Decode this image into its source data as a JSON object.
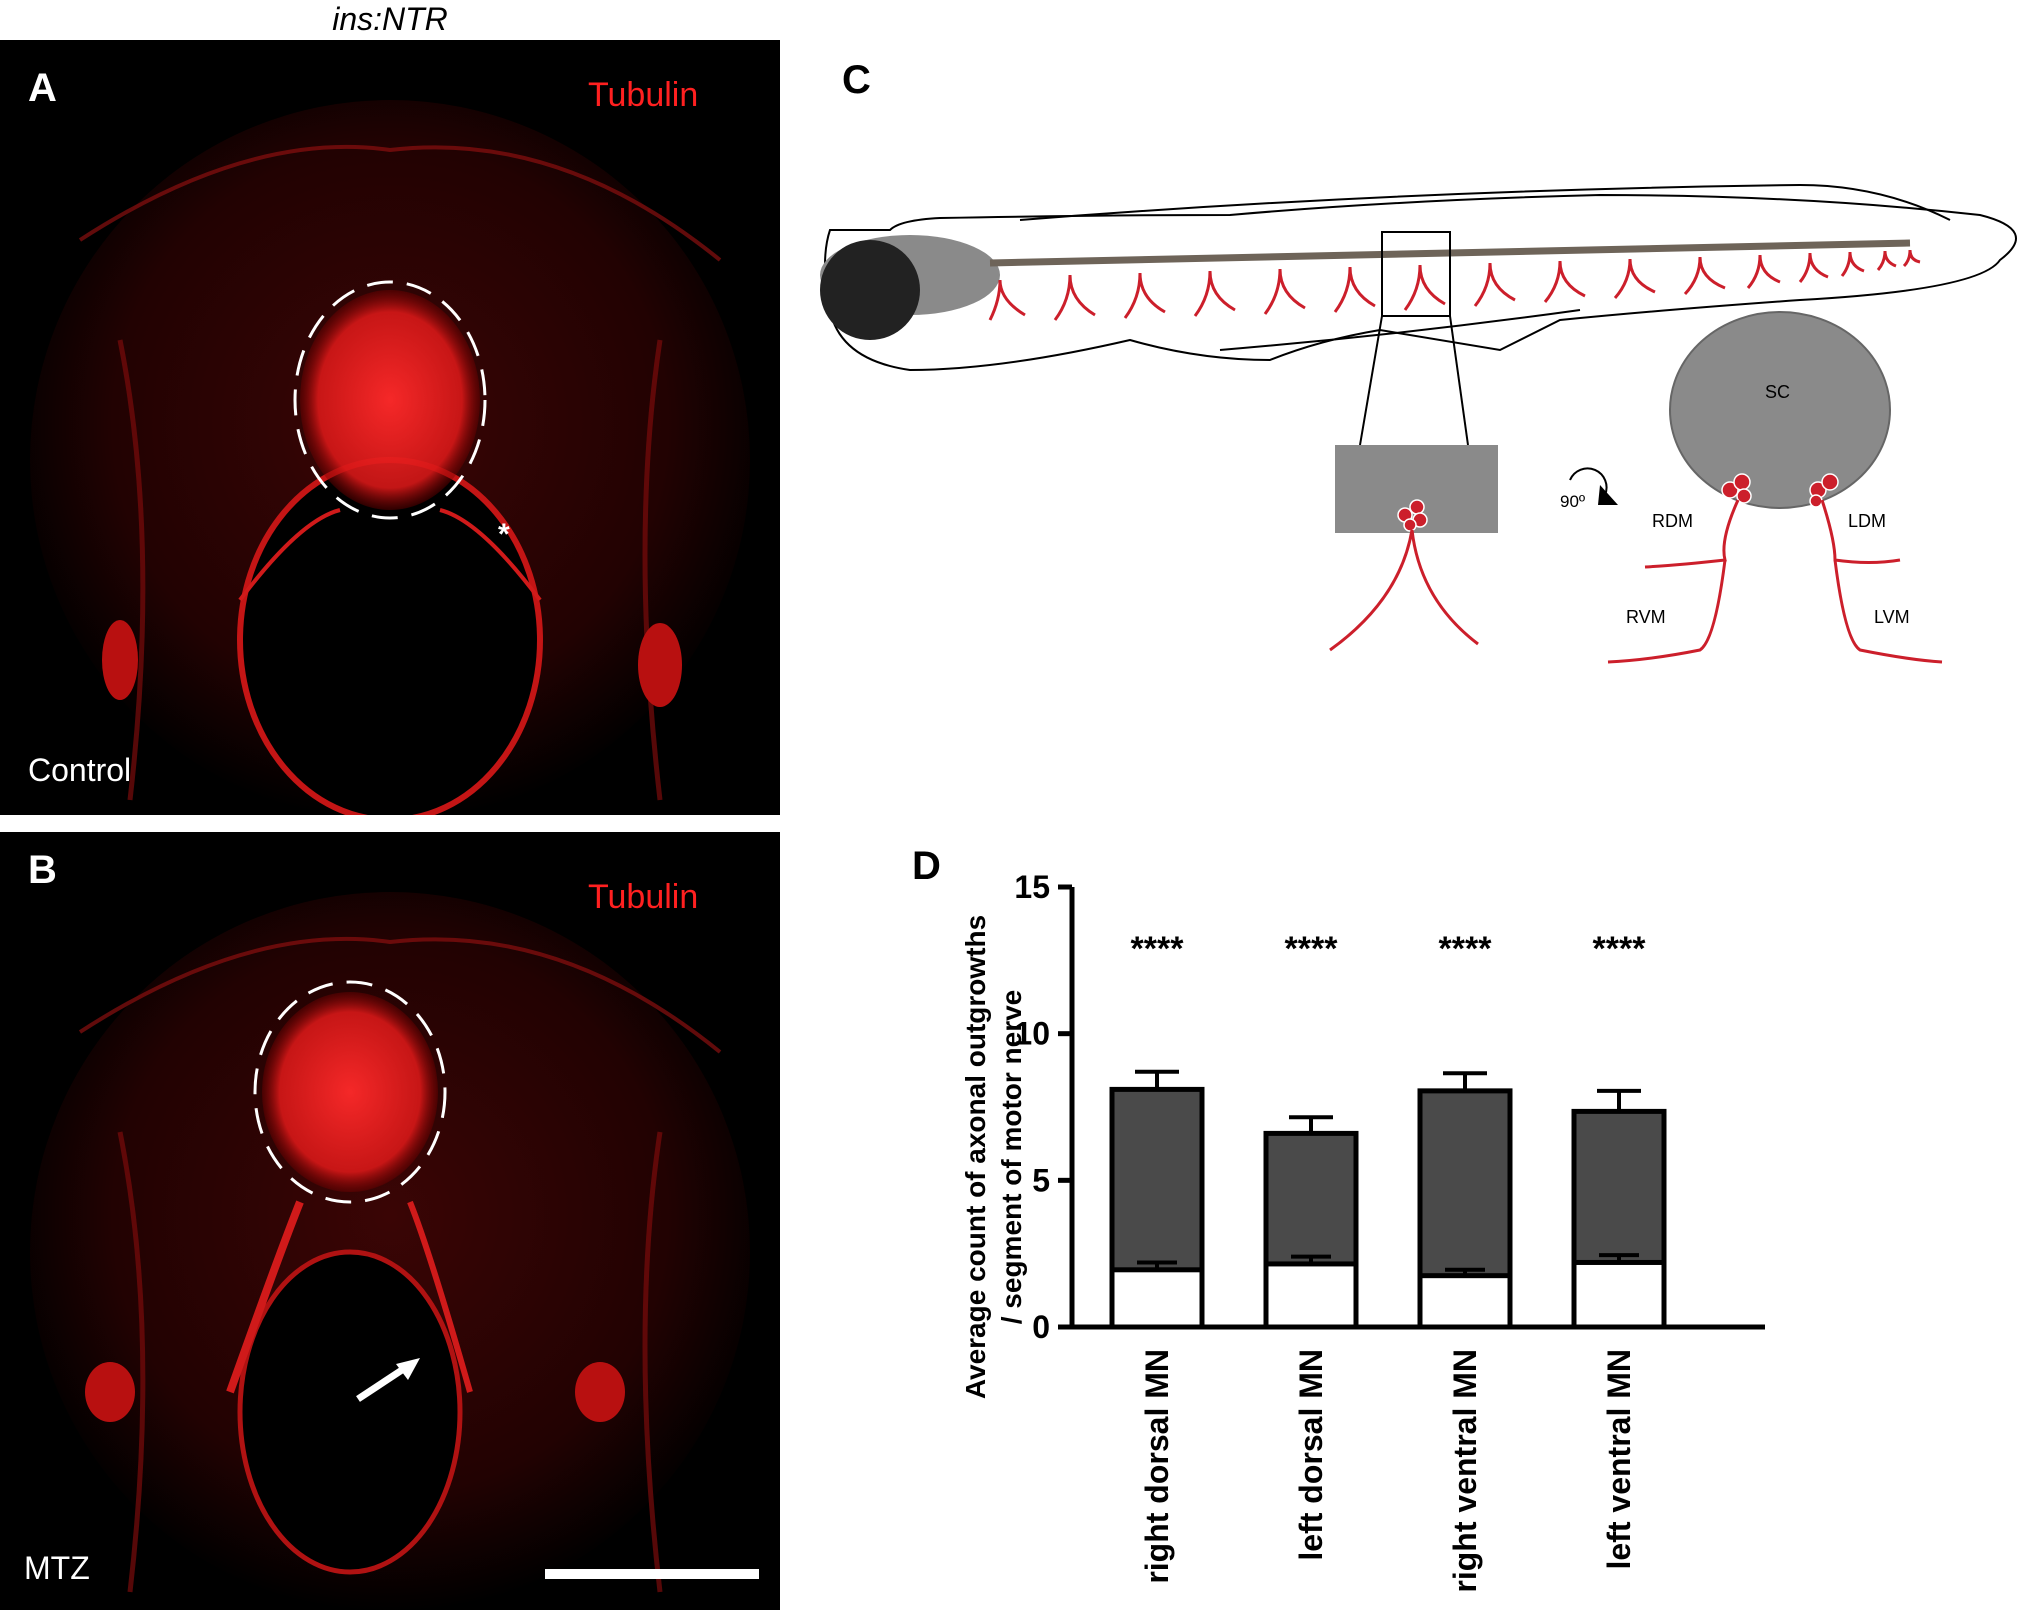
{
  "figure": {
    "header": "ins:NTR",
    "panels": {
      "A": {
        "letter": "A",
        "stain": "Tubulin",
        "condition": "Control",
        "marker": "*"
      },
      "B": {
        "letter": "B",
        "stain": "Tubulin",
        "condition": "MTZ"
      },
      "C": {
        "letter": "C",
        "labels": {
          "sc": "SC",
          "rotation": "90º",
          "rdm": "RDM",
          "ldm": "LDM",
          "rvm": "RVM",
          "lvm": "LVM"
        }
      },
      "D": {
        "letter": "D"
      }
    }
  },
  "colors": {
    "nerve_red": "#cc1f2b",
    "bar_dark": "#4a4a4a",
    "spinal_gray": "#8a8a8a",
    "notochord": "#6e6459"
  },
  "chart_data": {
    "type": "bar",
    "title": "",
    "xlabel": "",
    "ylabel_lines": [
      "Average count of axonal outgrowths",
      "/ segment of motor nerve"
    ],
    "ylim": [
      0,
      15
    ],
    "yticks": [
      "0",
      "5",
      "10",
      "15"
    ],
    "categories": [
      "right dorsal MN",
      "left dorsal MN",
      "right ventral MN",
      "left ventral MN"
    ],
    "series": [
      {
        "values": [
          8.1,
          6.6,
          8.05,
          7.35
        ],
        "errors": [
          0.6,
          0.55,
          0.6,
          0.7
        ],
        "color": "#4a4a4a"
      },
      {
        "values": [
          1.95,
          2.15,
          1.75,
          2.2
        ],
        "errors": [
          0.25,
          0.25,
          0.2,
          0.25
        ],
        "color": "#ffffff"
      }
    ],
    "significance": [
      "****",
      "****",
      "****",
      "****"
    ],
    "grid": false
  }
}
